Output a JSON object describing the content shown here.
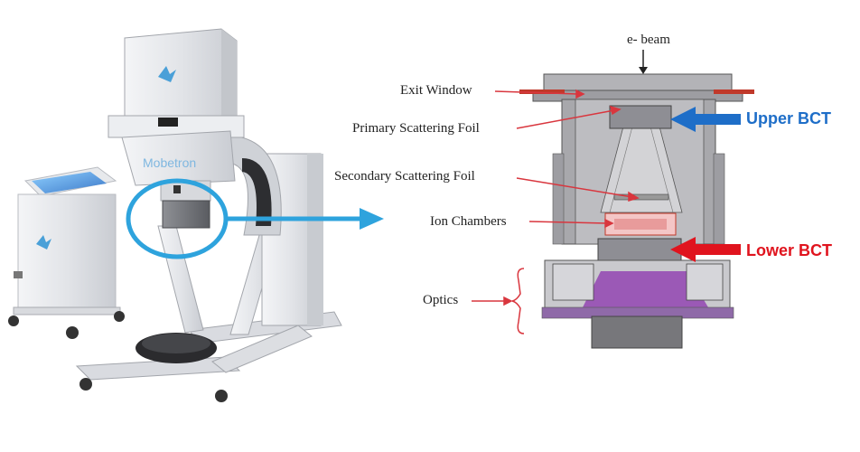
{
  "device": {
    "brand_text": "Mobetron"
  },
  "diagram": {
    "beam_label": "e- beam",
    "labels": {
      "exit_window": "Exit Window",
      "primary_foil": "Primary Scattering Foil",
      "secondary_foil": "Secondary Scattering Foil",
      "ion_chambers": "Ion Chambers",
      "optics": "Optics"
    },
    "bct": {
      "upper": "Upper BCT",
      "lower": "Lower BCT"
    }
  },
  "colors": {
    "highlight_circle": "#2ea3dd",
    "upper_bct": "#1e6ec8",
    "lower_bct": "#e0141e",
    "leader_lines": "#d9363e",
    "optics_purple": "#9b59b6"
  }
}
